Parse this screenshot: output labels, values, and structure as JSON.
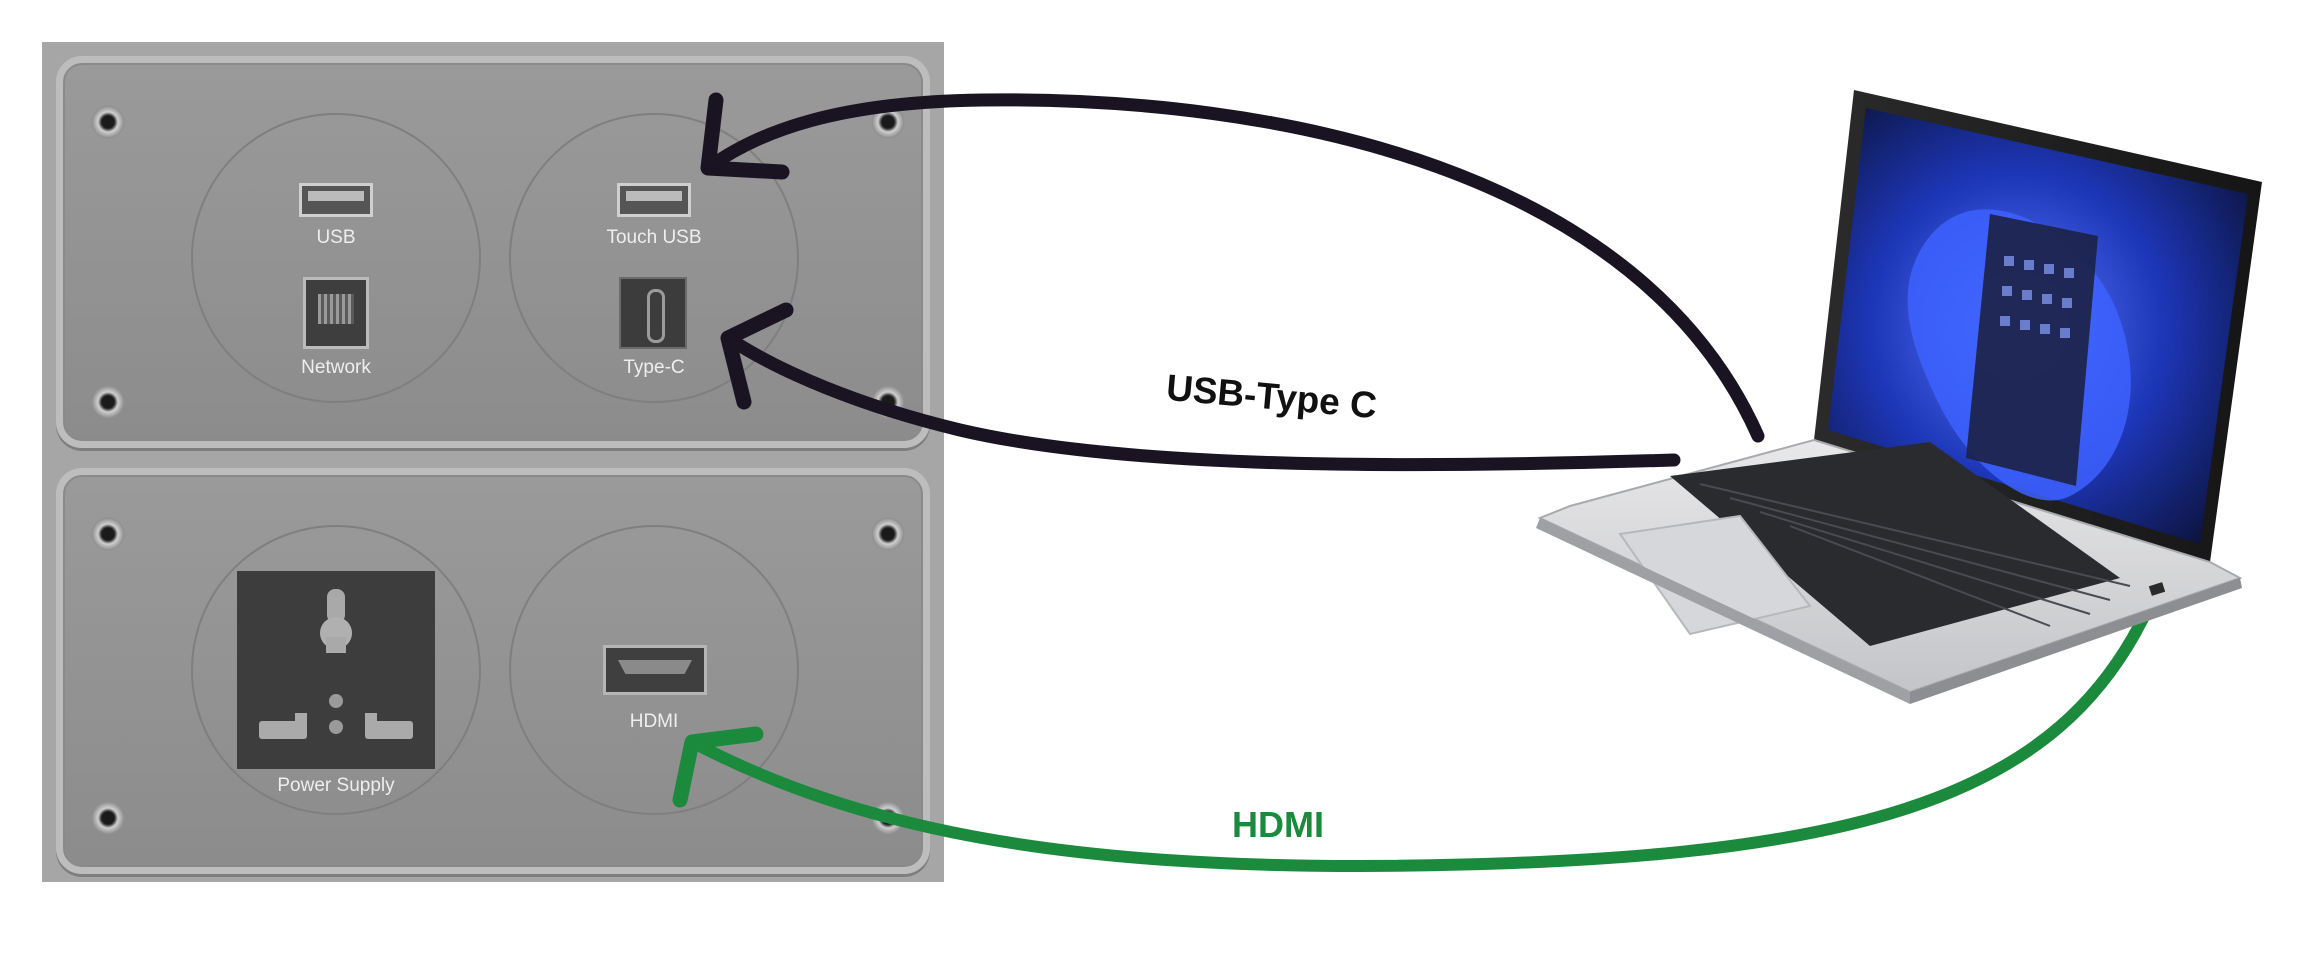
{
  "panel": {
    "ports": {
      "usb": "USB",
      "touch_usb": "Touch USB",
      "network": "Network",
      "type_c": "Type-C",
      "power_supply": "Power Supply",
      "hdmi": "HDMI"
    }
  },
  "connections": {
    "usb_type_c_label": "USB-Type C",
    "hdmi_label": "HDMI"
  },
  "colors": {
    "cable_dark": "#1a1322",
    "cable_green": "#1b8a3d",
    "panel": "#9a9a9a"
  },
  "icons": [
    "usb-port-icon",
    "rj45-port-icon",
    "type-c-port-icon",
    "hdmi-port-icon",
    "power-socket-icon",
    "laptop-icon"
  ]
}
